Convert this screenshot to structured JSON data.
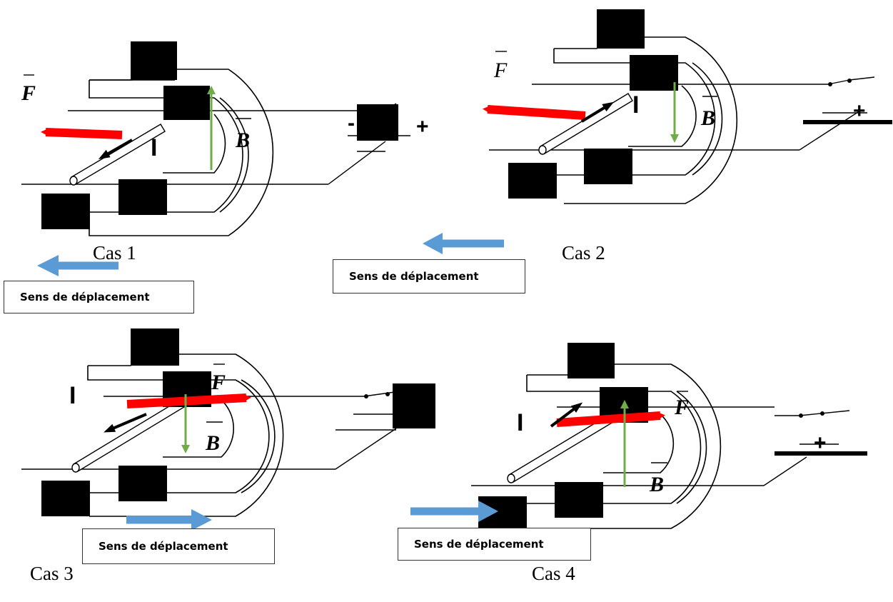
{
  "colors": {
    "force": "#ff0000",
    "field": "#70ad47",
    "current": "#000000",
    "motion": "#5b9bd5"
  },
  "labels": {
    "force": "F",
    "field": "B",
    "current": "I",
    "motion": "Sens de déplacement",
    "minus": "-",
    "plus": "+"
  },
  "cases": [
    {
      "title": "Cas 1",
      "motion": "left"
    },
    {
      "title": "Cas 2",
      "motion": "left"
    },
    {
      "title": "Cas 3",
      "motion": "right"
    },
    {
      "title": "Cas 4",
      "motion": "right"
    }
  ]
}
